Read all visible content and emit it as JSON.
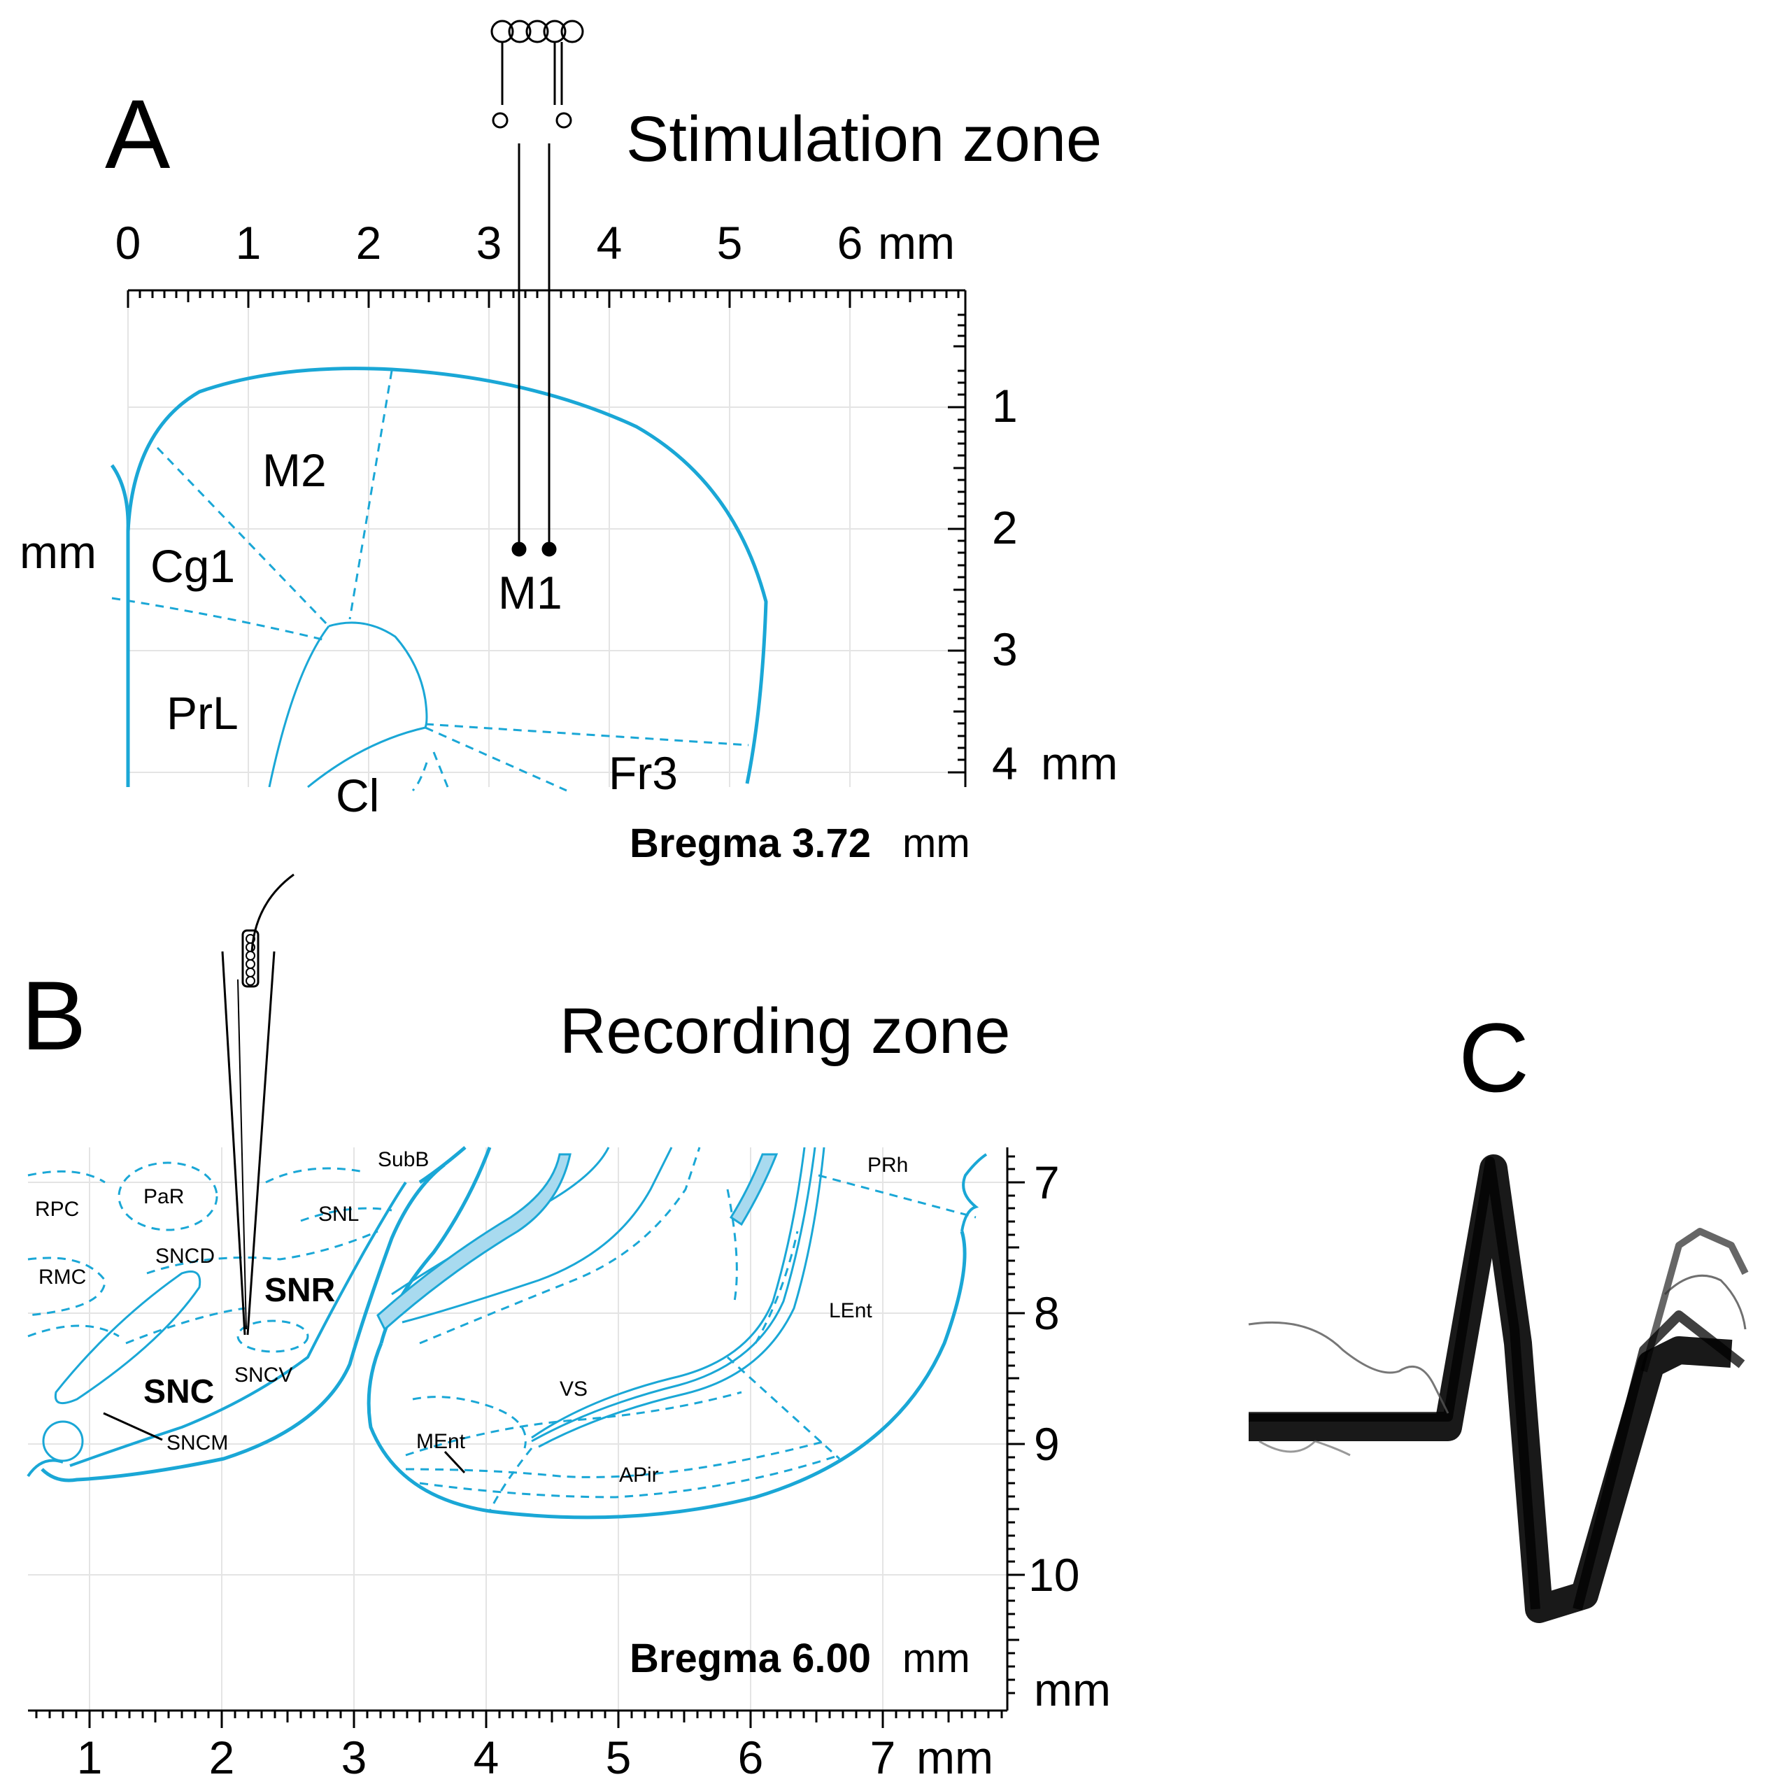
{
  "panelA": {
    "label": "A",
    "title": "Stimulation zone",
    "x_ticks": [
      "0",
      "1",
      "2",
      "3",
      "4",
      "5",
      "6"
    ],
    "x_unit": "mm",
    "y_ticks": [
      "1",
      "2",
      "3",
      "4"
    ],
    "y_unit": "mm",
    "left_unit": "mm",
    "regions": [
      "M2",
      "Cg1",
      "M1",
      "PrL",
      "Cl",
      "Fr3"
    ],
    "bregma_label": "Bregma 3.72",
    "bregma_unit": "mm"
  },
  "panelB": {
    "label": "B",
    "title": "Recording zone",
    "x_ticks": [
      "1",
      "2",
      "3",
      "4",
      "5",
      "6",
      "7"
    ],
    "x_unit": "mm",
    "y_ticks": [
      "7",
      "8",
      "9",
      "10"
    ],
    "y_unit": "mm",
    "regions": [
      "SubB",
      "PRh",
      "PaR",
      "RPC",
      "SNL",
      "SNCD",
      "RMC",
      "SNCV",
      "SNCM",
      "VS",
      "MEnt",
      "APir",
      "LEnt"
    ],
    "bold_regions": [
      "SNR",
      "SNC"
    ],
    "bregma_label": "Bregma 6.00",
    "bregma_unit": "mm"
  },
  "panelC": {
    "label": "C"
  },
  "colors": {
    "atlas": "#1aa7d6",
    "grid": "#e4e4e4",
    "ink": "#000000"
  }
}
